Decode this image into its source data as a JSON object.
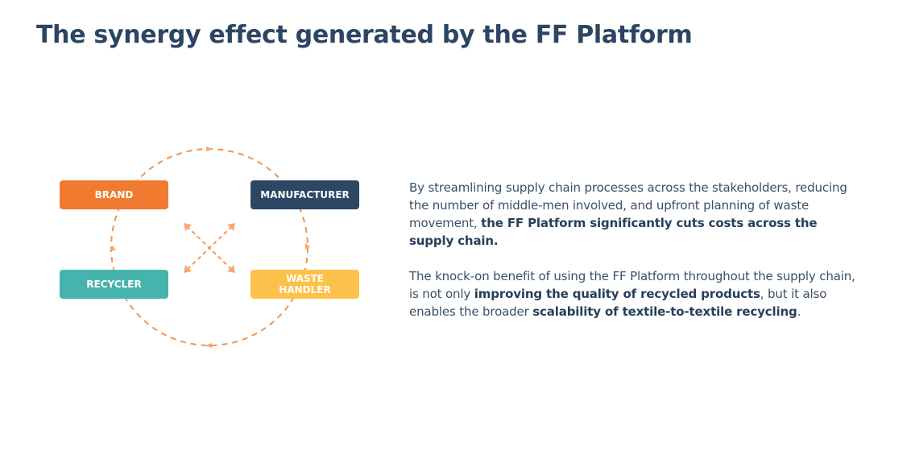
{
  "title": "The synergy effect generated by the FF Platform",
  "colors": {
    "title": "#2b4563",
    "brand": "#ef7a30",
    "manufacturer": "#2c4663",
    "recycler": "#46b4ad",
    "waste_handler": "#fcc14a",
    "dashed_cycle": "#ef8a3e",
    "body_text": "#3b4f66"
  },
  "diagram": {
    "nodes": {
      "brand": "BRAND",
      "manufacturer": "MANUFACTURER",
      "recycler": "RECYCLER",
      "waste_handler": "WASTE HANDLER"
    }
  },
  "paragraph1": {
    "text1": "By streamlining supply chain processes across the stakeholders, reducing the number of middle-men involved, and upfront planning of waste movement, ",
    "bold1": "the FF Platform significantly cuts costs across the supply chain."
  },
  "paragraph2": {
    "text1": "The knock-on benefit of using the FF Platform throughout the supply chain, is not only ",
    "bold1": "improving the quality of recycled products",
    "text2": ", but it also enables the broader ",
    "bold2": "scalability of textile-to-textile recycling",
    "text3": "."
  }
}
